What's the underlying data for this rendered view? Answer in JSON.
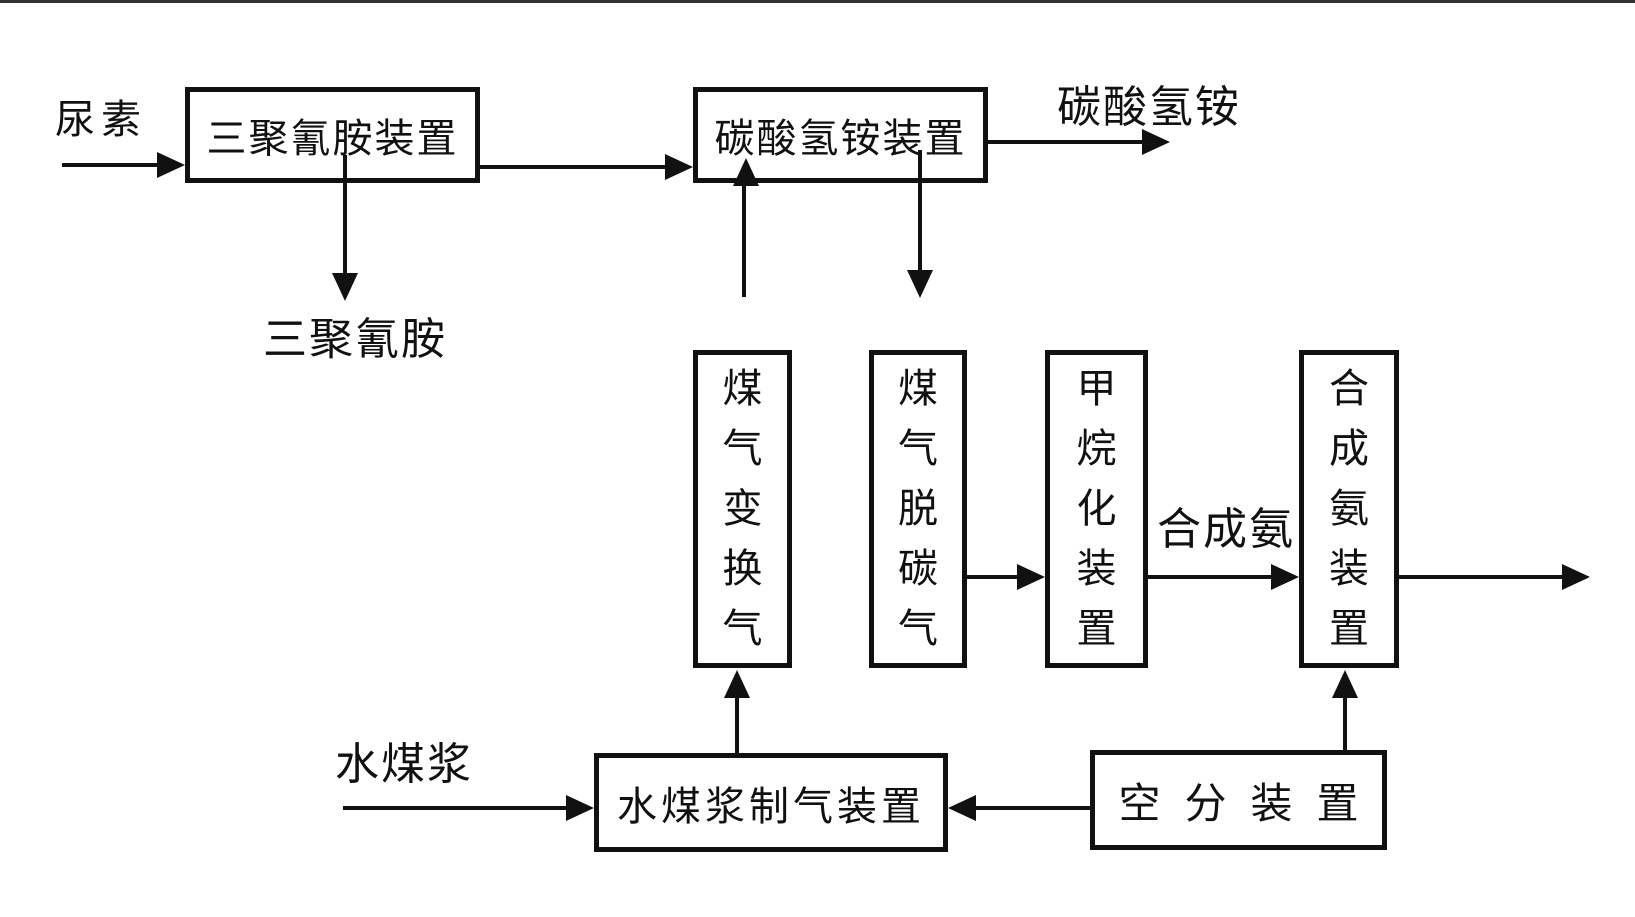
{
  "diagram": {
    "colors": {
      "ink": "#111111",
      "background": "#ffffff"
    },
    "labels": {
      "urea": "尿素",
      "melamine_product": "三聚氰胺",
      "ammonium_bicarbonate_product": "碳酸氢铵",
      "synthetic_ammonia": "合成氨",
      "coal_water_slurry": "水煤浆"
    },
    "boxes": {
      "melamine_unit": "三聚氰胺装置",
      "ammonium_bicarbonate_unit": "碳酸氢铵装置",
      "gas_shift": "煤气变换气",
      "gas_decarbonization": "煤气脱碳气",
      "methanation_unit": "甲烷化装置",
      "ammonia_synthesis_unit": "合成氨装置",
      "slurry_gasification_unit": "水煤浆制气装置",
      "air_separation_unit": "空分装置"
    },
    "connections": [
      {
        "from": "urea",
        "to": "melamine_unit"
      },
      {
        "from": "melamine_unit",
        "to": "ammonium_bicarbonate_unit"
      },
      {
        "from": "melamine_unit",
        "to": "melamine_product"
      },
      {
        "from": "gas_shift",
        "to": "ammonium_bicarbonate_unit"
      },
      {
        "from": "ammonium_bicarbonate_unit",
        "to": "gas_decarbonization"
      },
      {
        "from": "ammonium_bicarbonate_unit",
        "to": "ammonium_bicarbonate_product"
      },
      {
        "from": "gas_decarbonization",
        "to": "methanation_unit"
      },
      {
        "from": "methanation_unit",
        "to": "ammonia_synthesis_unit",
        "label": "synthetic_ammonia"
      },
      {
        "from": "ammonia_synthesis_unit",
        "to": "output"
      },
      {
        "from": "coal_water_slurry",
        "to": "slurry_gasification_unit"
      },
      {
        "from": "slurry_gasification_unit",
        "to": "gas_shift"
      },
      {
        "from": "air_separation_unit",
        "to": "slurry_gasification_unit"
      },
      {
        "from": "air_separation_unit",
        "to": "ammonia_synthesis_unit"
      }
    ]
  }
}
